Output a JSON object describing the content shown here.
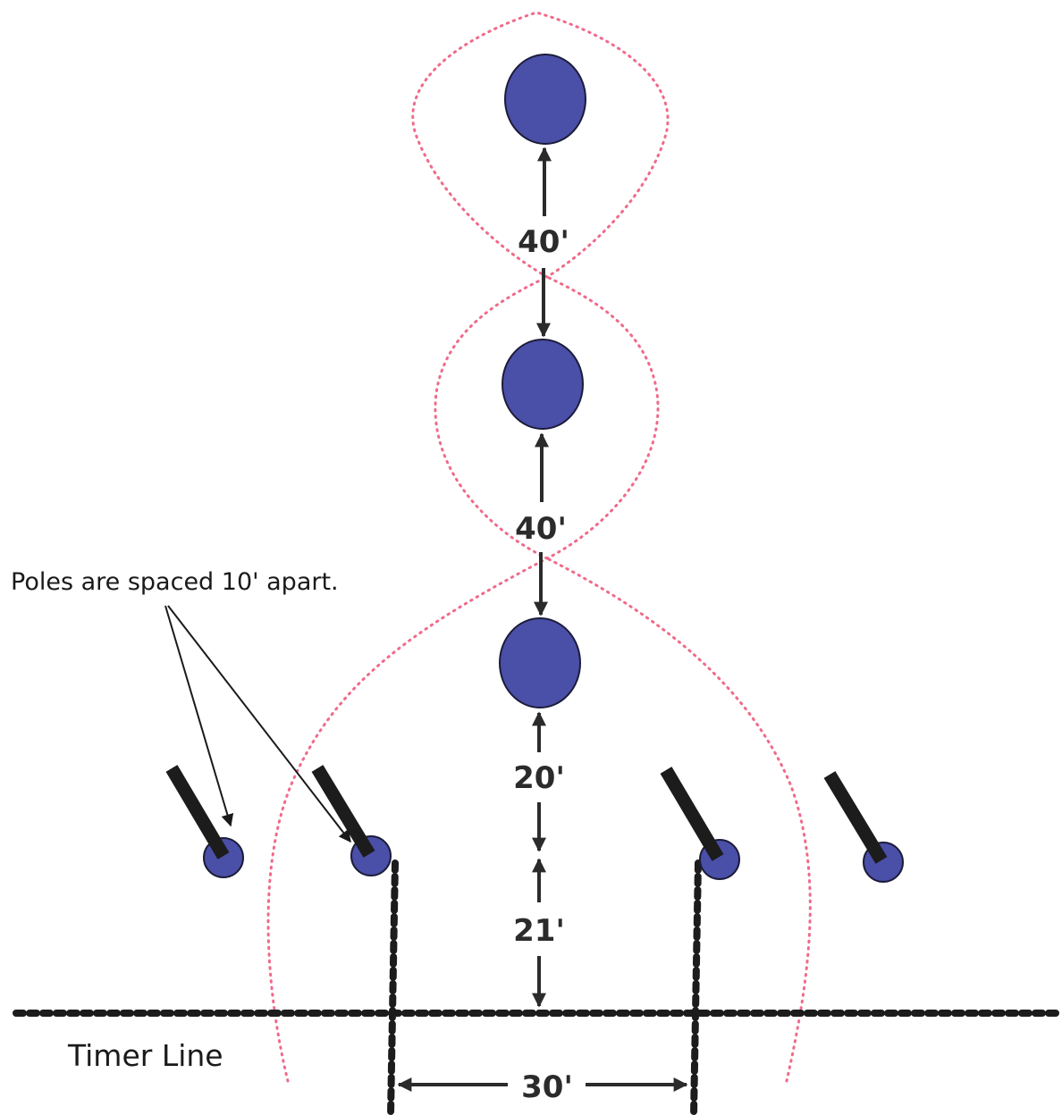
{
  "colors": {
    "barrel_fill": "#4a4fa8",
    "barrel_stroke": "#1c1c3a",
    "path_line": "#f06a8a",
    "pole": "#1c1c1c",
    "dimension": "#2b2b2b",
    "timer_line": "#1c1c1c"
  },
  "labels": {
    "dim_barrel1_barrel2": "40'",
    "dim_barrel2_barrel3": "40'",
    "dim_barrel3_poles": "20'",
    "dim_poles_timer": "21'",
    "dim_pole_gap": "30'",
    "poles_note": "Poles are spaced 10' apart.",
    "timer_line": "Timer Line"
  }
}
